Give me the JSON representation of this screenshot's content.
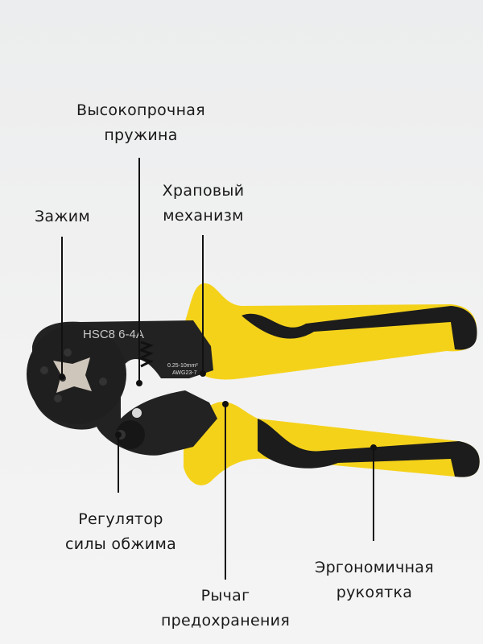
{
  "labels": {
    "spring": [
      "Высокопрочная",
      "пружина"
    ],
    "ratchet": [
      "Храповый",
      "механизм"
    ],
    "clamp": [
      "Зажим"
    ],
    "adjuster": [
      "Регулятор",
      "силы обжима"
    ],
    "ergonomic": [
      "Эргономичная",
      "рукоятка"
    ],
    "lever": [
      "Рычаг",
      "предохранения"
    ]
  },
  "tool_marking": {
    "model": "HSC8 6-4A",
    "range": "0.25-10mm²",
    "awg": "AWG23-7"
  },
  "colors": {
    "handle_yellow": "#f5d21a",
    "handle_black": "#1c1c1c",
    "body": "#222222",
    "line": "#111111"
  }
}
